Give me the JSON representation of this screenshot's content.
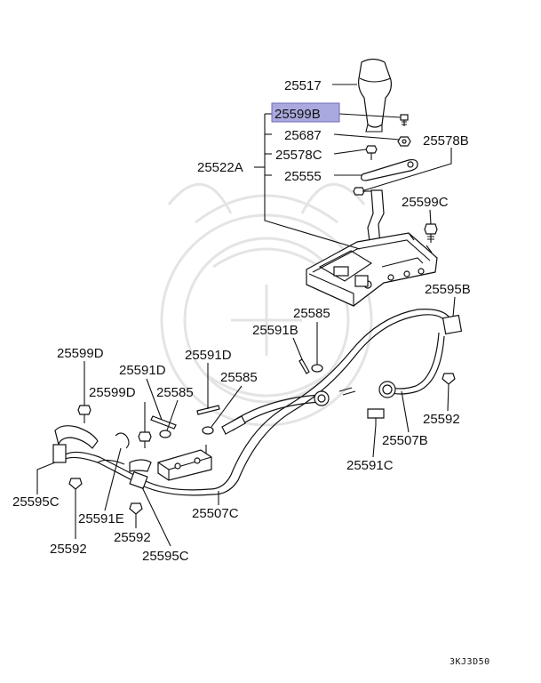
{
  "highlight_color": "#a9a9df",
  "labels": {
    "p25517": "25517",
    "p25599B": "25599B",
    "p25687": "25687",
    "p25578C": "25578C",
    "p25578B": "25578B",
    "p25522A": "25522A",
    "p25555": "25555",
    "p25599C": "25599C",
    "p25595B_right": "25595B",
    "p25585_top": "25585",
    "p25591B": "25591B",
    "p25599D_left": "25599D",
    "p25591D_mid": "25591D",
    "p25591D_right": "25591D",
    "p25599D_mid": "25599D",
    "p25585_mid": "25585",
    "p25585_right": "25585",
    "p25592_right": "25592",
    "p25507B": "25507B",
    "p25591C": "25591C",
    "p25595C_left": "25595C",
    "p25591E": "25591E",
    "p25507C": "25507C",
    "p25592_left": "25592",
    "p25592_mid": "25592",
    "p25595C_bottom": "25595C"
  },
  "reference_code": "3KJ3D50"
}
